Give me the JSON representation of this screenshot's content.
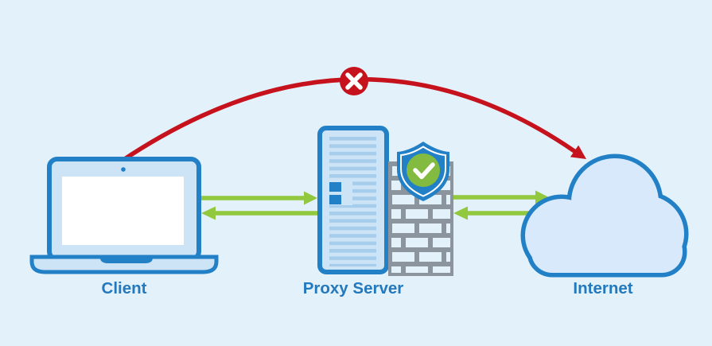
{
  "diagram": {
    "type": "network-flow-diagram",
    "description_visible": false,
    "labels": {
      "client": "Client",
      "proxy_server": "Proxy Server",
      "internet": "Internet"
    },
    "nodes": [
      {
        "id": "client",
        "label": "Client",
        "icon": "laptop-icon"
      },
      {
        "id": "proxy-server",
        "label": "Proxy Server",
        "icon": "server-tower-icon"
      },
      {
        "id": "firewall",
        "label": "",
        "icon": "brick-wall-icon"
      },
      {
        "id": "shield",
        "label": "",
        "icon": "shield-check-icon"
      },
      {
        "id": "internet",
        "label": "Internet",
        "icon": "cloud-icon"
      }
    ],
    "connections": [
      {
        "from": "client",
        "to": "proxy-server",
        "direction": "bidirectional",
        "style": "green-arrows"
      },
      {
        "from": "proxy-server",
        "to": "internet",
        "direction": "bidirectional",
        "style": "green-arrows"
      },
      {
        "from": "client",
        "to": "internet",
        "direction": "one-way",
        "style": "red-arc",
        "status": "blocked",
        "badge": "x-circle"
      }
    ],
    "colors": {
      "bg": "#e3f1fb",
      "blue": "#2180c6",
      "panel": "#cde4f7",
      "cloud": "#d7e9fa",
      "stripe": "#a6cdeb",
      "gray": "#8c959d",
      "green": "#92c83e",
      "green2": "#83bb41",
      "red": "#c5121c",
      "label": "#2279bd"
    }
  }
}
